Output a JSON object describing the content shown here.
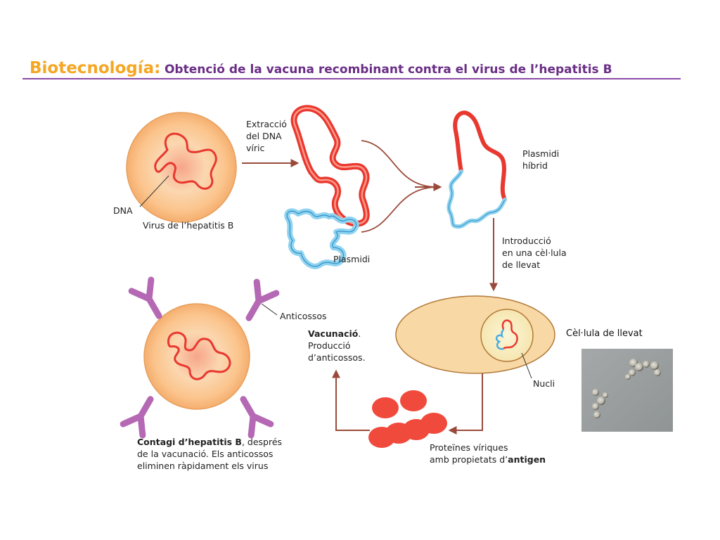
{
  "title": {
    "main": "Biotecnología:",
    "sub": "Obtenció de la vacuna recombinant contra el virus de l’hepatitis B"
  },
  "labels": {
    "extraction": [
      "Extracció",
      "del DNA",
      "víric"
    ],
    "dna": "DNA",
    "virus": "Virus de l’hepatitis B",
    "plasmid": "Plasmidi",
    "hybrid": [
      "Plasmidi",
      "híbrid"
    ],
    "introduction": [
      "Introducció",
      "en una cèl·lula",
      "de llevat"
    ],
    "antibodies": "Anticossos",
    "vaccination_bold": "Vacunació",
    "vaccination": [
      ".",
      "Producció",
      "d’anticossos."
    ],
    "nucleus": "Nucli",
    "proteins": [
      "Proteïnes víriques",
      "amb propietats d’"
    ],
    "antigen": "antigen",
    "contagion_bold": "Contagi d’hepatitis B",
    "contagion": [
      ", després",
      "de la vacunació. Els anticossos",
      "eliminen ràpidament els virus"
    ],
    "yeast_caption": "Cèl·lula de llevat"
  },
  "colors": {
    "title_main": "#f5a623",
    "title_sub": "#6a2e86",
    "viral_dna": "#e8382f",
    "plasmid": "#8fd3f0",
    "antibody": "#b568b4",
    "arrow": "#9a4a3a",
    "virus_fill": "#f9c58f",
    "yeast_fill": "#f8d8a4",
    "protein": "#f04a3c"
  }
}
